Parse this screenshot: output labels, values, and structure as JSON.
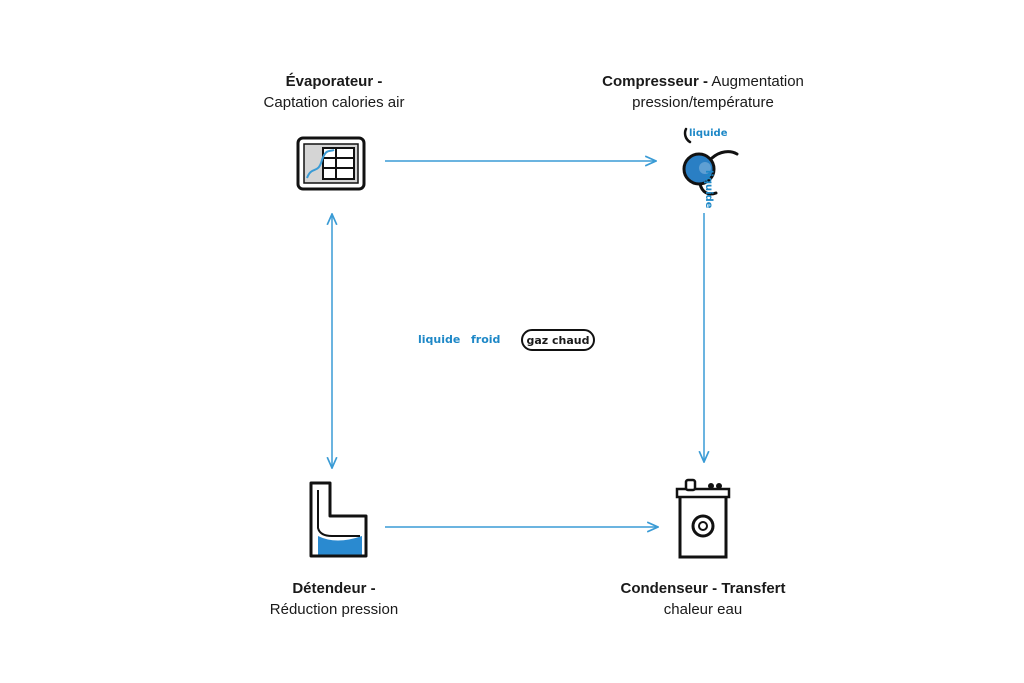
{
  "nodes": {
    "evaporateur": {
      "title": "Évaporateur -",
      "desc": "Captation calories air"
    },
    "compresseur": {
      "title": "Compresseur -",
      "title_rest": " Augmentation",
      "desc": "pression/température"
    },
    "detendeur": {
      "title": "Détendeur -",
      "desc": "Réduction pression"
    },
    "condenseur": {
      "title": "Condenseur - Transfert",
      "desc": "chaleur eau"
    }
  },
  "center": {
    "state_liquide": "liquide",
    "state_froid": "froid",
    "gas_label": "gaz chaud"
  },
  "compressor_icon": {
    "label_top": "liquide",
    "label_side": "liquide"
  },
  "colors": {
    "arrow": "#3a9bd5",
    "accent": "#1e88c7",
    "stroke": "#111111"
  }
}
